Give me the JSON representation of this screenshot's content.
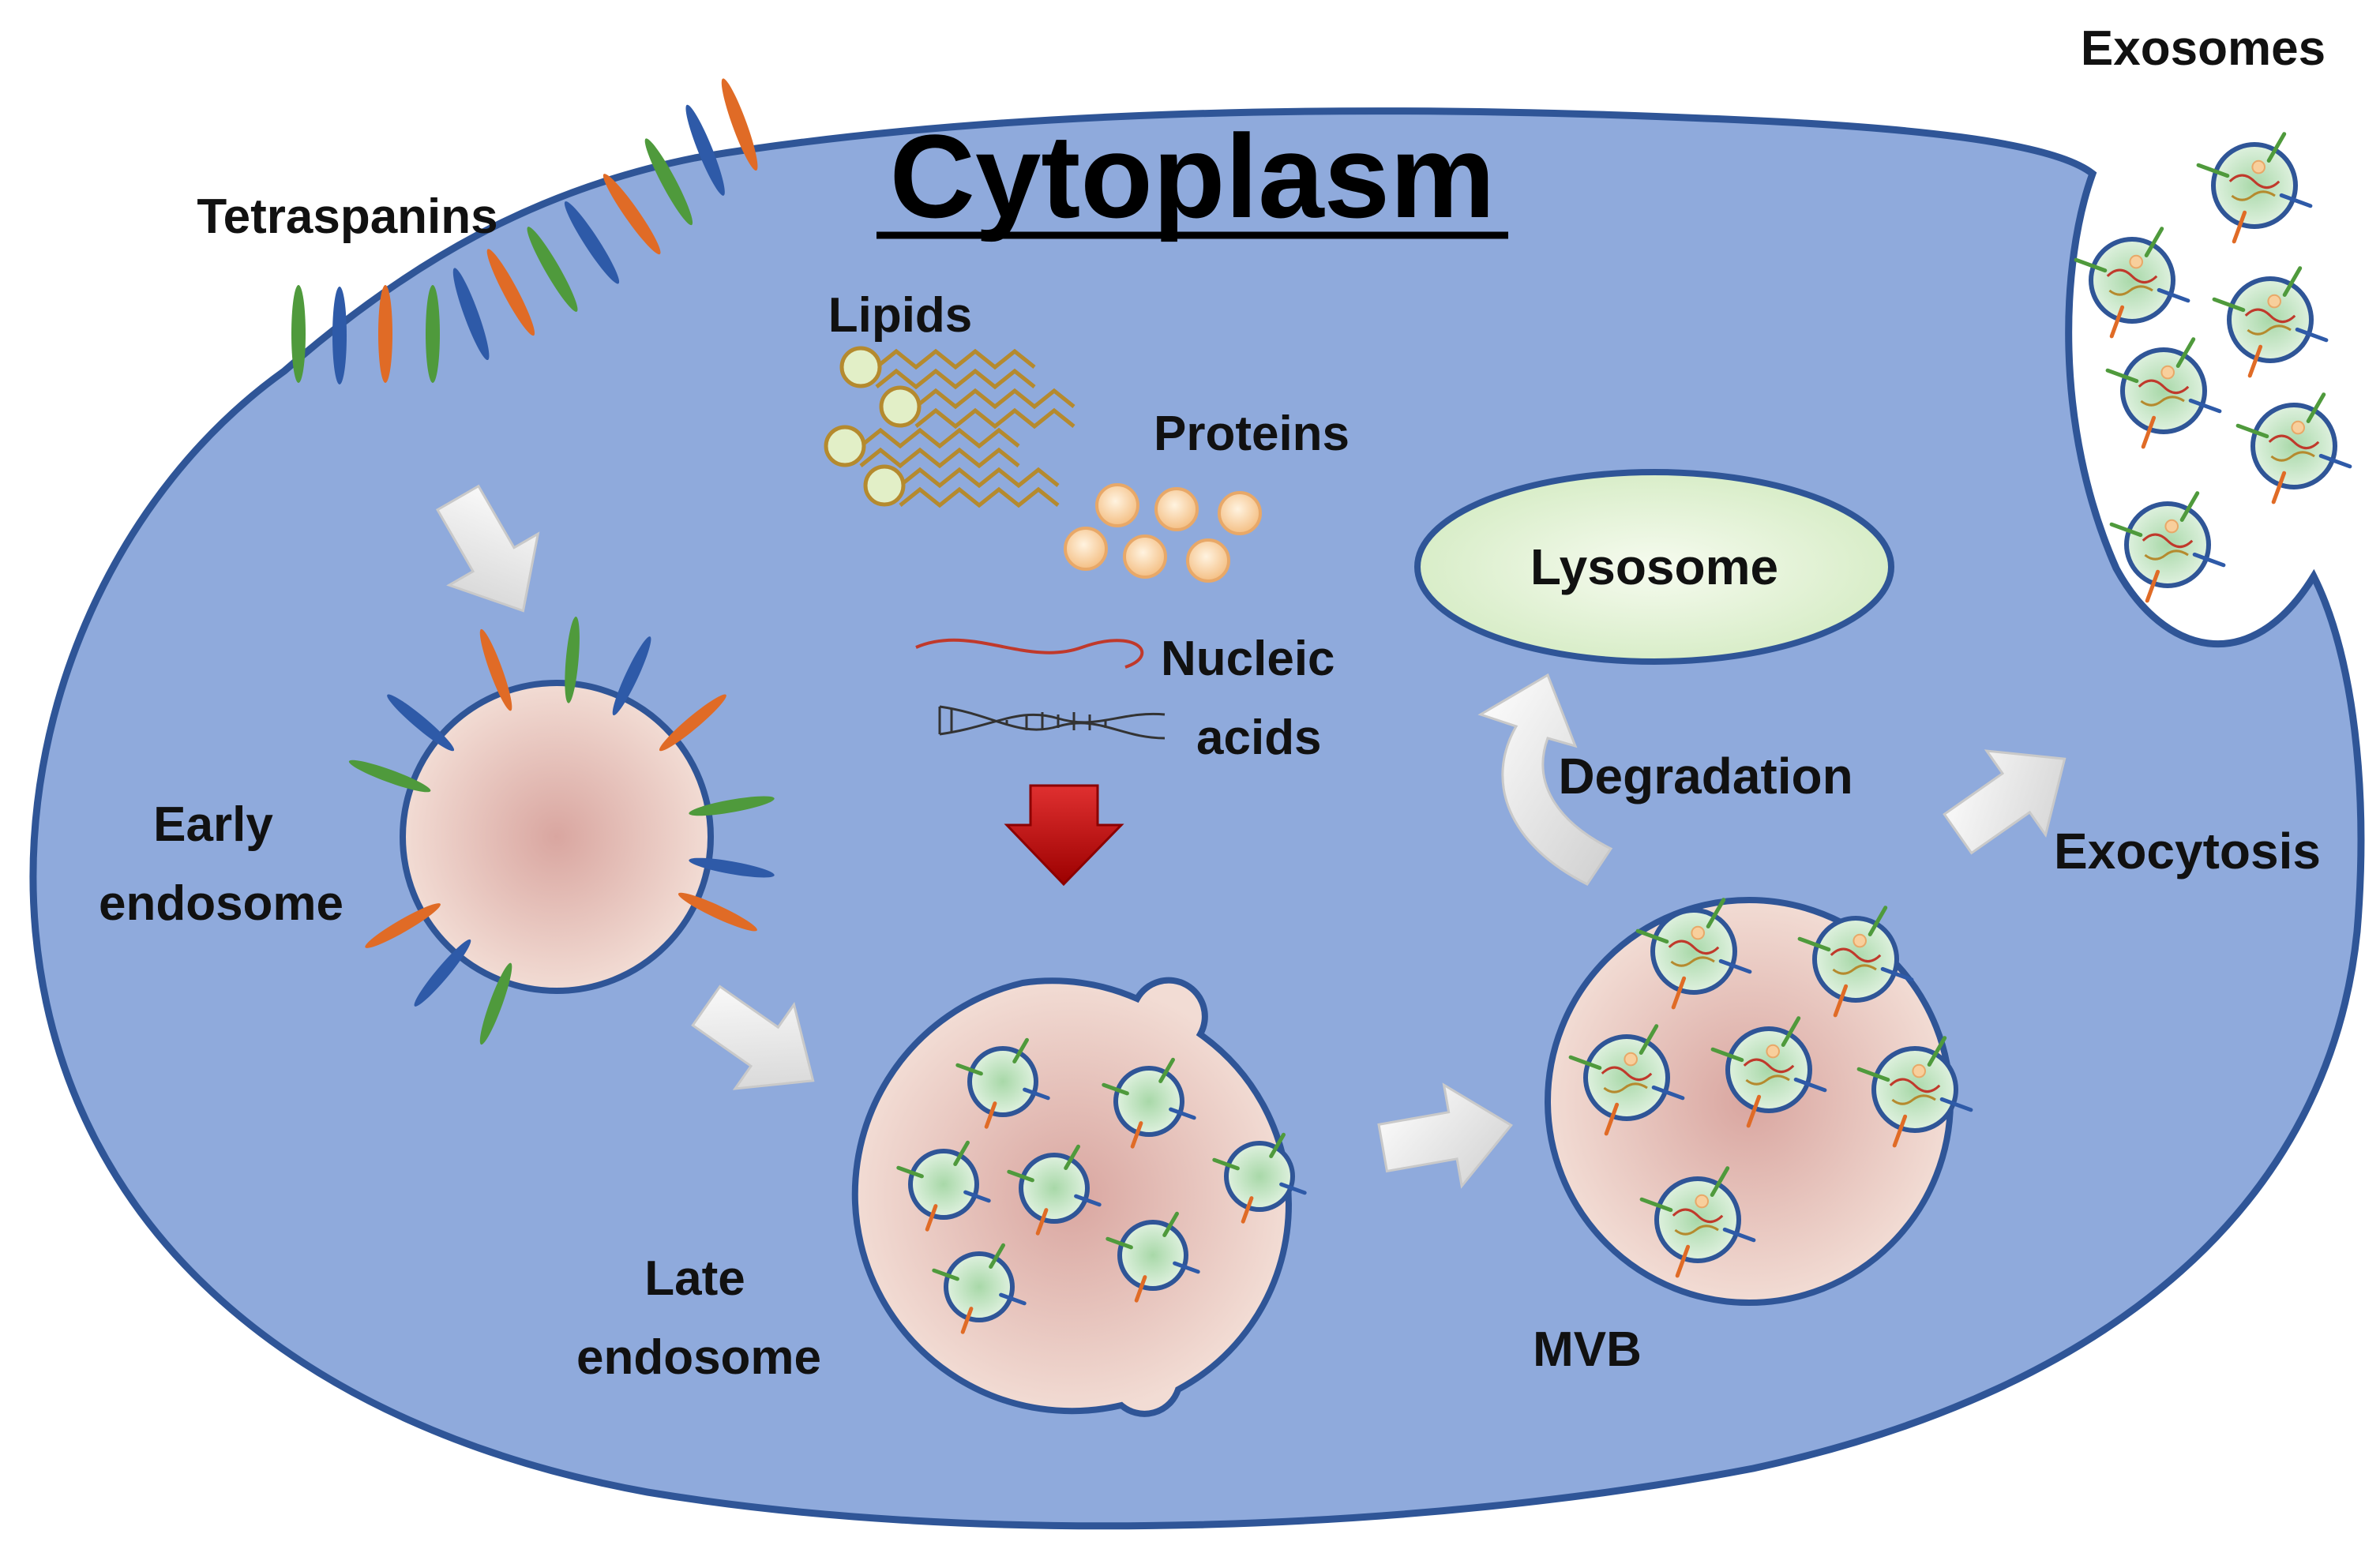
{
  "title": "Cytoplasm",
  "labels": {
    "tetraspanins": "Tetraspanins",
    "lipids": "Lipids",
    "proteins": "Proteins",
    "nucleic_line1": "Nucleic",
    "nucleic_line2": "acids",
    "lysosome": "Lysosome",
    "degradation": "Degradation",
    "early_line1": "Early",
    "early_line2": "endosome",
    "late_line1": "Late",
    "late_line2": "endosome",
    "mvb": "MVB",
    "exocytosis": "Exocytosis",
    "exosomes": "Exosomes"
  },
  "colors": {
    "cell_fill": "#8faadc",
    "membrane": "#2f5597",
    "endosome_fill": "#f2dcd4",
    "endosome_center": "#d9a6a0",
    "vesicle_fill": "#c9e5c9",
    "lysosome_fill": "#e2f0d9",
    "tetraspanin_blue": "#2e5aa8",
    "tetraspanin_green": "#4f9a3c",
    "tetraspanin_orange": "#e06b26",
    "lipid_head": "#e2efc7",
    "lipid_tail": "#b58a2e",
    "protein": "#f8cf9c",
    "rna": "#c0392b",
    "arrow_grey": "#e6e6e6",
    "arrow_red": "#c00000"
  }
}
